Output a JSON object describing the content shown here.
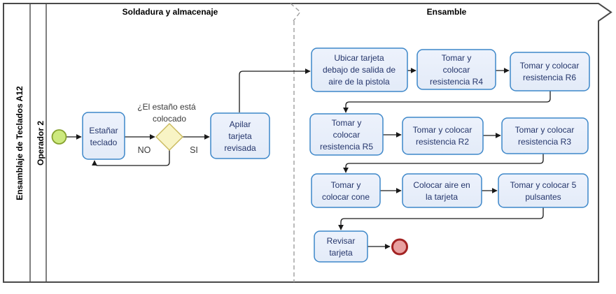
{
  "pool": {
    "title": "Ensamblaje de Teclados A12",
    "lane": "Operador 2"
  },
  "phases": {
    "left": "Soldadura y almacenaje",
    "right": "Ensamble"
  },
  "gateway": {
    "question_line1": "¿El estaño está",
    "question_line2": "colocado",
    "branch_no": "NO",
    "branch_yes": "SI"
  },
  "tasks": {
    "estanar": {
      "lines": [
        "Estañar",
        "teclado"
      ]
    },
    "apilar": {
      "lines": [
        "Apilar",
        "tarjeta",
        "revisada"
      ]
    },
    "ubicar": {
      "lines": [
        "Ubicar tarjeta",
        "debajo de salida de",
        "aire de la pistola"
      ]
    },
    "r4": {
      "lines": [
        "Tomar y",
        "colocar",
        "resistencia R4"
      ]
    },
    "r6": {
      "lines": [
        "Tomar y colocar",
        "resistencia R6"
      ]
    },
    "r5": {
      "lines": [
        "Tomar y",
        "colocar",
        "resistencia R5"
      ]
    },
    "r2": {
      "lines": [
        "Tomar y colocar",
        "resistencia R2"
      ]
    },
    "r3": {
      "lines": [
        "Tomar y colocar",
        "resistencia R3"
      ]
    },
    "cone": {
      "lines": [
        "Tomar y",
        "colocar cone"
      ]
    },
    "aire": {
      "lines": [
        "Colocar aire en",
        "la tarjeta"
      ]
    },
    "pulsantes": {
      "lines": [
        "Tomar y colocar 5",
        "pulsantes"
      ]
    },
    "revisar": {
      "lines": [
        "Revisar",
        "tarjeta"
      ]
    }
  },
  "colors": {
    "task_fill_top": "#edf2fc",
    "task_fill_bottom": "#e3ebf8",
    "task_border": "#3d87c9",
    "task_text": "#24356b",
    "start_fill": "#cde97e",
    "start_border": "#86a22e",
    "gateway_fill": "#f8f4c5",
    "gateway_border": "#c9b95c",
    "end_fill": "#e8a0a0",
    "end_border": "#a32222",
    "pool_border": "#4a4a4a",
    "phase_divider": "#9e9e9e"
  }
}
